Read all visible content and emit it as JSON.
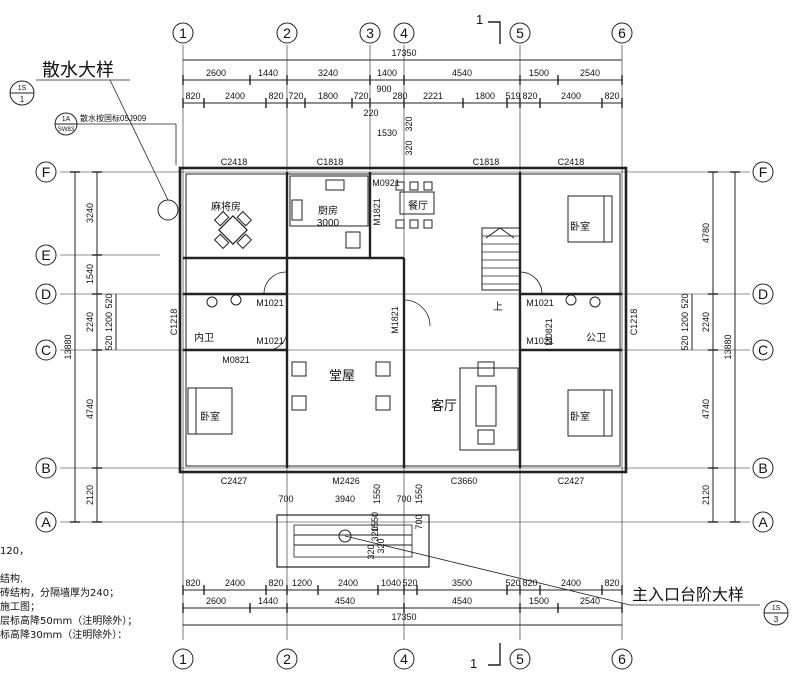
{
  "axes": {
    "columns": [
      "1",
      "2",
      "3",
      "4",
      "5",
      "6"
    ],
    "rows": [
      "F",
      "E",
      "D",
      "C",
      "B",
      "A"
    ]
  },
  "dims": {
    "top_overall": "17350",
    "top_row1": [
      "2600",
      "1440",
      "3240",
      "1400",
      "4540",
      "1500",
      "2540"
    ],
    "top_row2": [
      "820",
      "2400",
      "820",
      "720",
      "1800",
      "720",
      "280",
      "2221",
      "1800",
      "519",
      "820",
      "2400",
      "820"
    ],
    "top_extra": [
      "900",
      "220",
      "1530",
      "320",
      "320"
    ],
    "bottom_overall": "17350",
    "bottom_row1": [
      "820",
      "2400",
      "820",
      "1200",
      "2400",
      "1040",
      "520",
      "3500",
      "520",
      "820",
      "2400",
      "820"
    ],
    "bottom_row2": [
      "2600",
      "1440",
      "4540",
      "4540",
      "1500",
      "2540"
    ],
    "left_outer": "13880",
    "left_inner": [
      "3240",
      "1540",
      "2240",
      "4740",
      "2120"
    ],
    "left_small": [
      "520",
      "1200",
      "520"
    ],
    "right_outer": "13880",
    "right_inner": [
      "4780",
      "2240",
      "4740",
      "2120"
    ],
    "right_small": [
      "520",
      "1200",
      "520"
    ],
    "porch": [
      "700",
      "3940",
      "1550",
      "700",
      "1550",
      "700"
    ],
    "steps": [
      "320",
      "320",
      "320",
      "1550"
    ]
  },
  "rooms": {
    "mahjong": "麻将房",
    "kitchen": "厨房",
    "kitchen_area": "3000",
    "dining": "餐厅",
    "bedroom_tr": "卧室",
    "bedroom_bl": "卧室",
    "bedroom_br": "卧室",
    "hall": "堂屋",
    "living": "客厅",
    "inner_bath": "内卫",
    "public_bath": "公卫",
    "stairs_up": "上"
  },
  "openings": {
    "c2418_l": "C2418",
    "c1818_k": "C1818",
    "c1818_d": "C1818",
    "c2418_r": "C2418",
    "m0921": "M0921",
    "m1821_k": "M1821",
    "m1821_h": "M1821",
    "m1021_a": "M1021",
    "m1021_b": "M1021",
    "m0821_l": "M0821",
    "m1021_c": "M1021",
    "m1021_d": "M1021",
    "m0821_r": "M0821",
    "c1218_l": "C1218",
    "c1218_r": "C1218",
    "c2427_l": "C2427",
    "m2426": "M2426",
    "c3660": "C3660",
    "c2427_r": "C2427"
  },
  "annotations": {
    "apron_detail": "散水大样",
    "apron_ref_top": "1S",
    "apron_ref_bottom": "1",
    "apron_note_ref_top": "1A",
    "apron_note_ref_bottom": "SW83",
    "apron_note": "散水按国标05J909",
    "steps_detail": "主入口台阶大样",
    "steps_ref_top": "1S",
    "steps_ref_bottom": "3",
    "section_mark_top": "1",
    "section_mark_bottom": "1"
  },
  "notes": [
    "120，",
    "",
    "结构.",
    "砖结构，分隔墙厚为240；",
    "施工图；",
    "层标高降50mm（注明除外）；",
    "标高降30mm（注明除外）："
  ]
}
